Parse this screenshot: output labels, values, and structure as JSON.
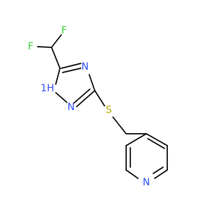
{
  "colors": {
    "bond": "#000000",
    "F": "#33CC33",
    "N": "#3050F8",
    "S": "#B8A800",
    "background": "#FFFFFF"
  },
  "atoms": {
    "F1": {
      "text": "F",
      "element": "F"
    },
    "F2": {
      "text": "F",
      "element": "F"
    },
    "N_top": {
      "text": "N",
      "element": "N"
    },
    "NH": {
      "text": "1H",
      "element": "N"
    },
    "N_mid": {
      "text": "N",
      "element": "N"
    },
    "S": {
      "text": "S",
      "element": "S"
    },
    "N_py": {
      "text": "N",
      "element": "N"
    }
  }
}
